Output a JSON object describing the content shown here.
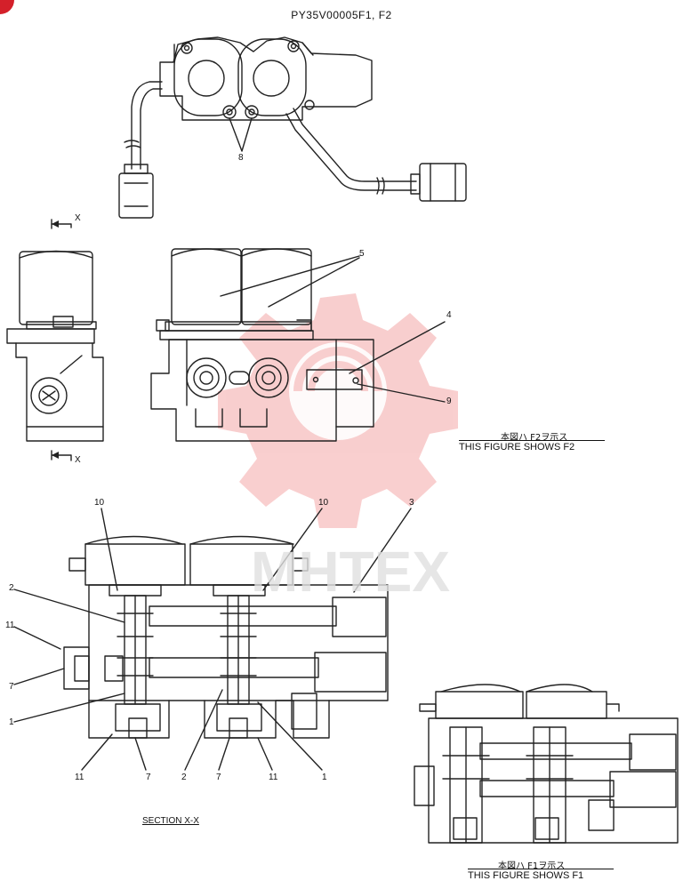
{
  "header": {
    "title": "PY35V00005F1, F2"
  },
  "views": {
    "arrow_top": "X",
    "arrow_bottom": "X"
  },
  "callouts": {
    "c8": "8",
    "c5": "5",
    "c4": "4",
    "c9": "9",
    "c10a": "10",
    "c10b": "10",
    "c3": "3",
    "c2a": "2",
    "c11a": "11",
    "c7a": "7",
    "c1a": "1",
    "c11b": "11",
    "c7b": "7",
    "c2b": "2",
    "c7c": "7",
    "c11c": "11",
    "c1b": "1"
  },
  "captions": {
    "f2_jp": "本図ハ F2ヲ示ス",
    "f2_en": "THIS FIGURE SHOWS  F2",
    "section": "SECTION  X-X",
    "f1_jp": "本図ハ F1ヲ示ス",
    "f1_en": "THIS FIGURE SHOWS  F1"
  },
  "watermark": {
    "text": "MHTEX",
    "color": "#f08a8a"
  },
  "colors": {
    "line": "#222222",
    "accent_corner": "#d4202a",
    "watermark_gear": "#f4a7a7"
  }
}
